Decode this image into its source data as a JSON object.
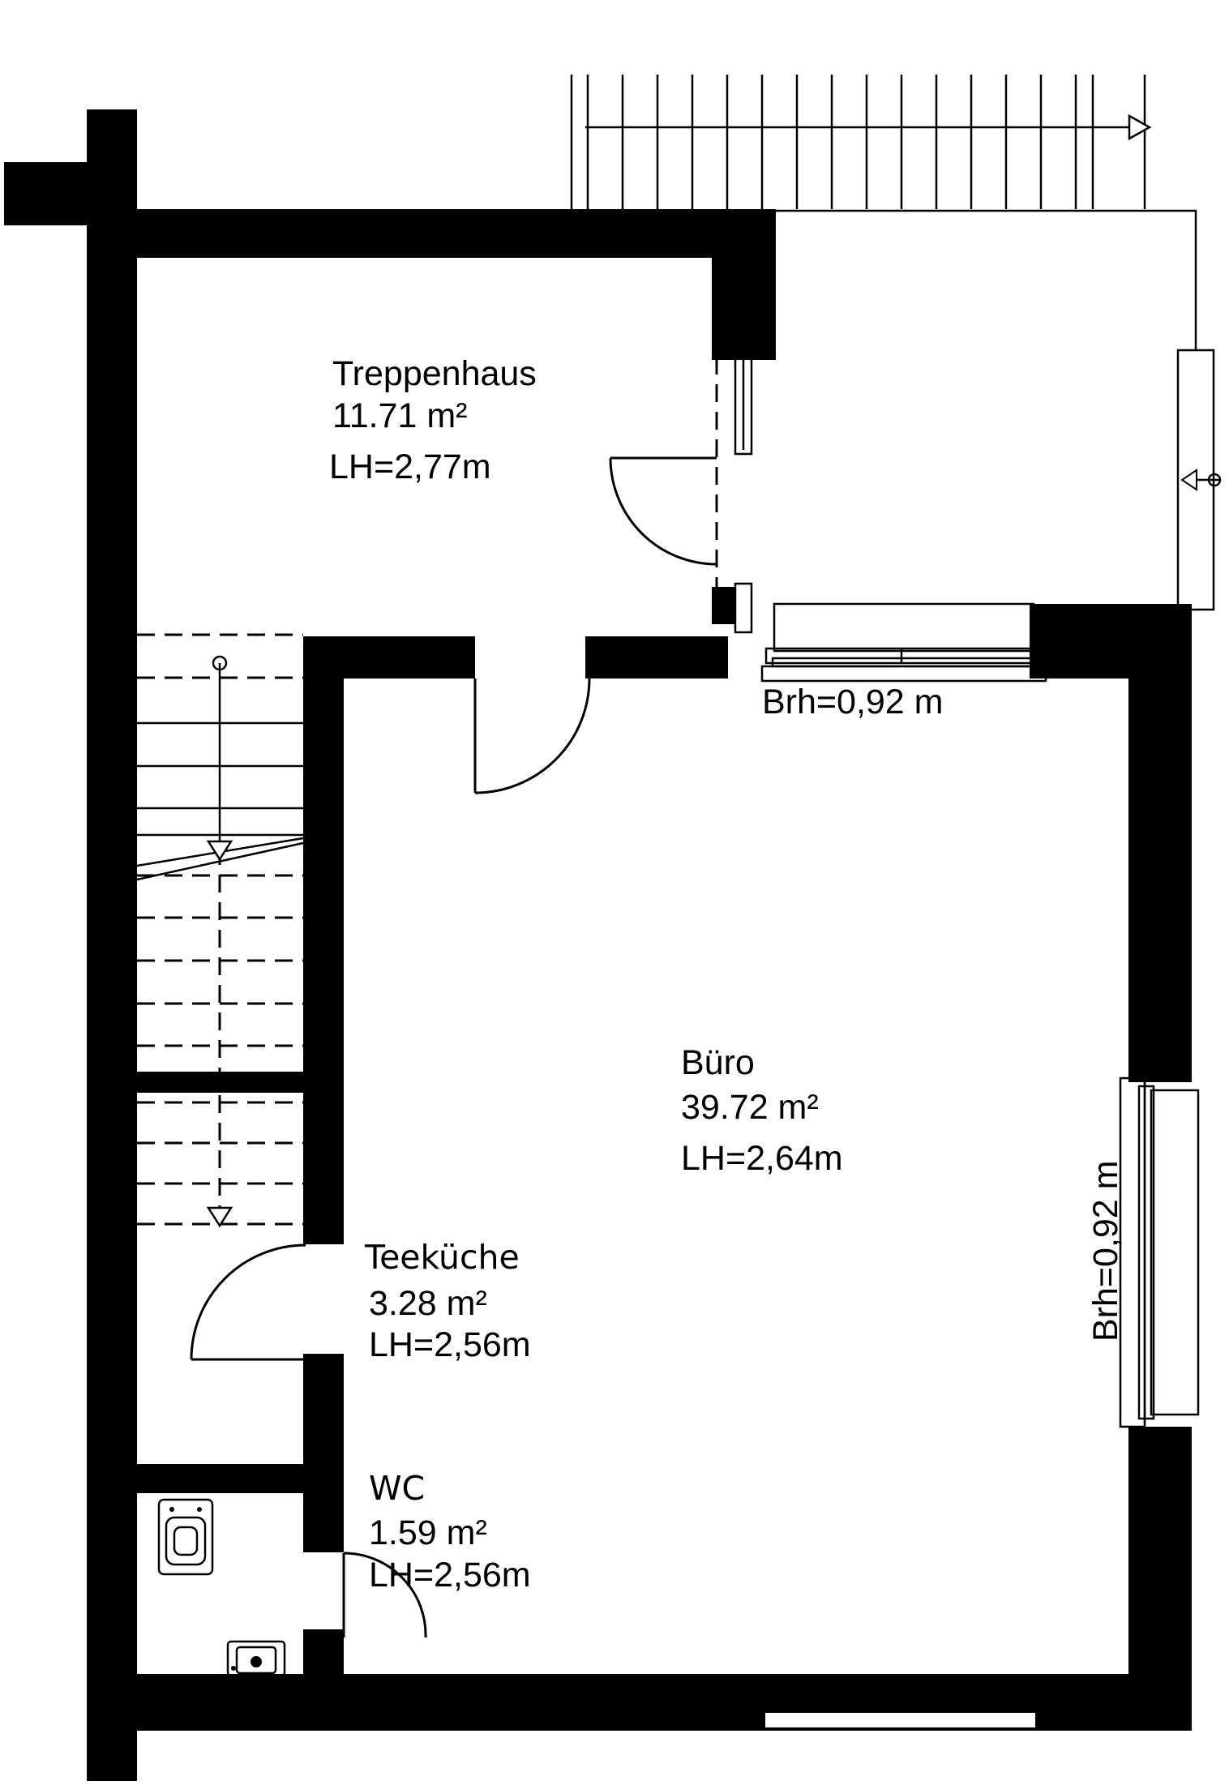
{
  "rooms": {
    "treppenhaus": {
      "name": "Treppenhaus",
      "area": "11.71 m²",
      "height": "LH=2,77m"
    },
    "buero": {
      "name": "Büro",
      "area": "39.72 m²",
      "height": "LH=2,64m"
    },
    "teekueche": {
      "name": "Teeküche",
      "area": "3.28 m²",
      "height": "LH=2,56m"
    },
    "wc": {
      "name": "WC",
      "area": "1.59 m²",
      "height": "LH=2,56m"
    }
  },
  "windows": {
    "top": {
      "label": "Brh=0,92 m"
    },
    "right": {
      "label": "Brh=0,92 m"
    }
  },
  "colors": {
    "wall": "#000000",
    "background": "#ffffff"
  }
}
